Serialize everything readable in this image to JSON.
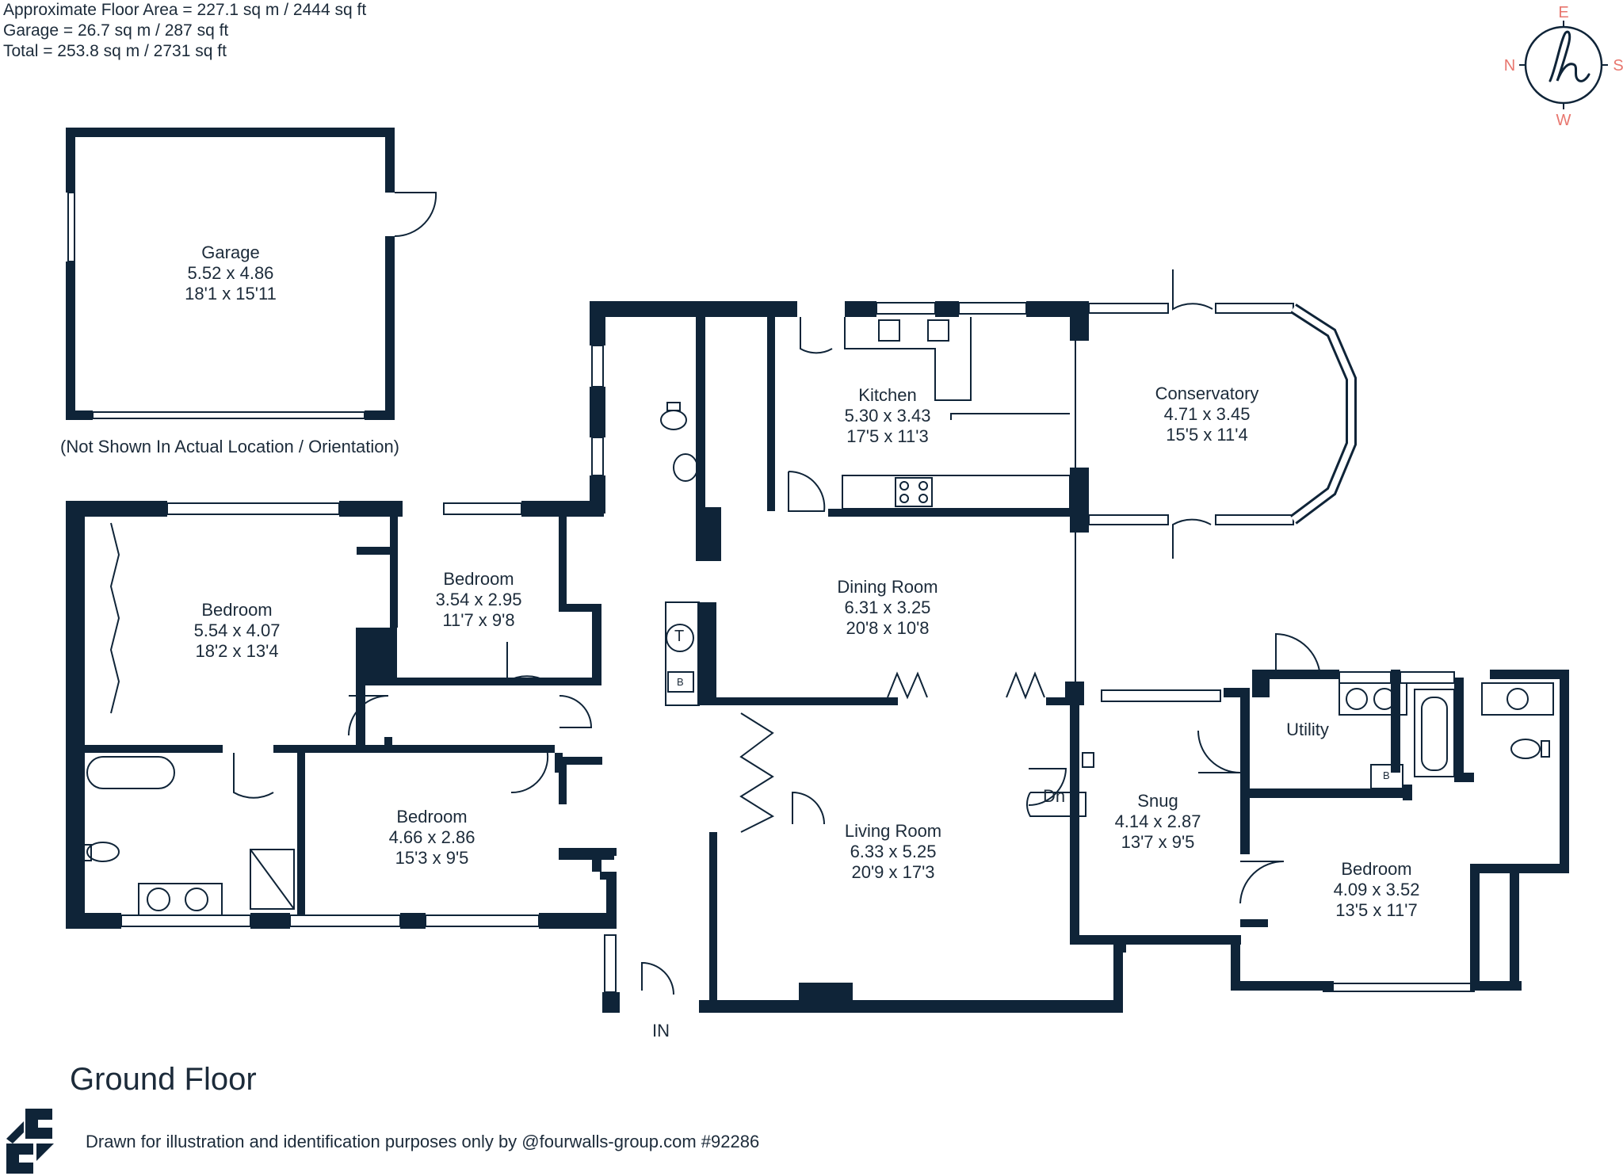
{
  "area_info": [
    "Approximate Floor Area = 227.1 sq m / 2444 sq ft",
    "Garage = 26.7 sq m / 287 sq ft",
    "Total = 253.8 sq m / 2731 sq ft"
  ],
  "compass": {
    "e": "E",
    "s": "S",
    "w": "W",
    "n": "N",
    "logo_letter": "h"
  },
  "rooms": {
    "garage": {
      "name": "Garage",
      "metric": "5.52 x 4.86",
      "imperial": "18'1 x 15'11"
    },
    "kitchen": {
      "name": "Kitchen",
      "metric": "5.30 x 3.43",
      "imperial": "17'5 x 11'3"
    },
    "conservatory": {
      "name": "Conservatory",
      "metric": "4.71 x 3.45",
      "imperial": "15'5 x 11'4"
    },
    "dining": {
      "name": "Dining Room",
      "metric": "6.31 x 3.25",
      "imperial": "20'8 x 10'8"
    },
    "bedroom_main": {
      "name": "Bedroom",
      "metric": "5.54 x 4.07",
      "imperial": "18'2 x 13'4"
    },
    "bedroom_2": {
      "name": "Bedroom",
      "metric": "3.54 x 2.95",
      "imperial": "11'7 x 9'8"
    },
    "bedroom_3": {
      "name": "Bedroom",
      "metric": "4.66 x 2.86",
      "imperial": "15'3 x 9'5"
    },
    "living": {
      "name": "Living Room",
      "metric": "6.33 x 5.25",
      "imperial": "20'9 x 17'3"
    },
    "snug": {
      "name": "Snug",
      "metric": "4.14 x 2.87",
      "imperial": "13'7 x 9'5"
    },
    "utility": {
      "name": "Utility"
    },
    "bedroom_4": {
      "name": "Bedroom",
      "metric": "4.09 x 3.52",
      "imperial": "13'5 x 11'7"
    }
  },
  "labels": {
    "garage_note": "(Not Shown In Actual Location / Orientation)",
    "entrance": "IN",
    "down": "Dn",
    "tank": "T",
    "boiler": "B",
    "boiler_utility": "B"
  },
  "floor_title": "Ground Floor",
  "footer": "Drawn for illustration and identification purposes only by @fourwalls-group.com #92286",
  "colors": {
    "wall": "#0f2438",
    "text": "#1c2b3a",
    "compass_accent": "#e8766e"
  }
}
